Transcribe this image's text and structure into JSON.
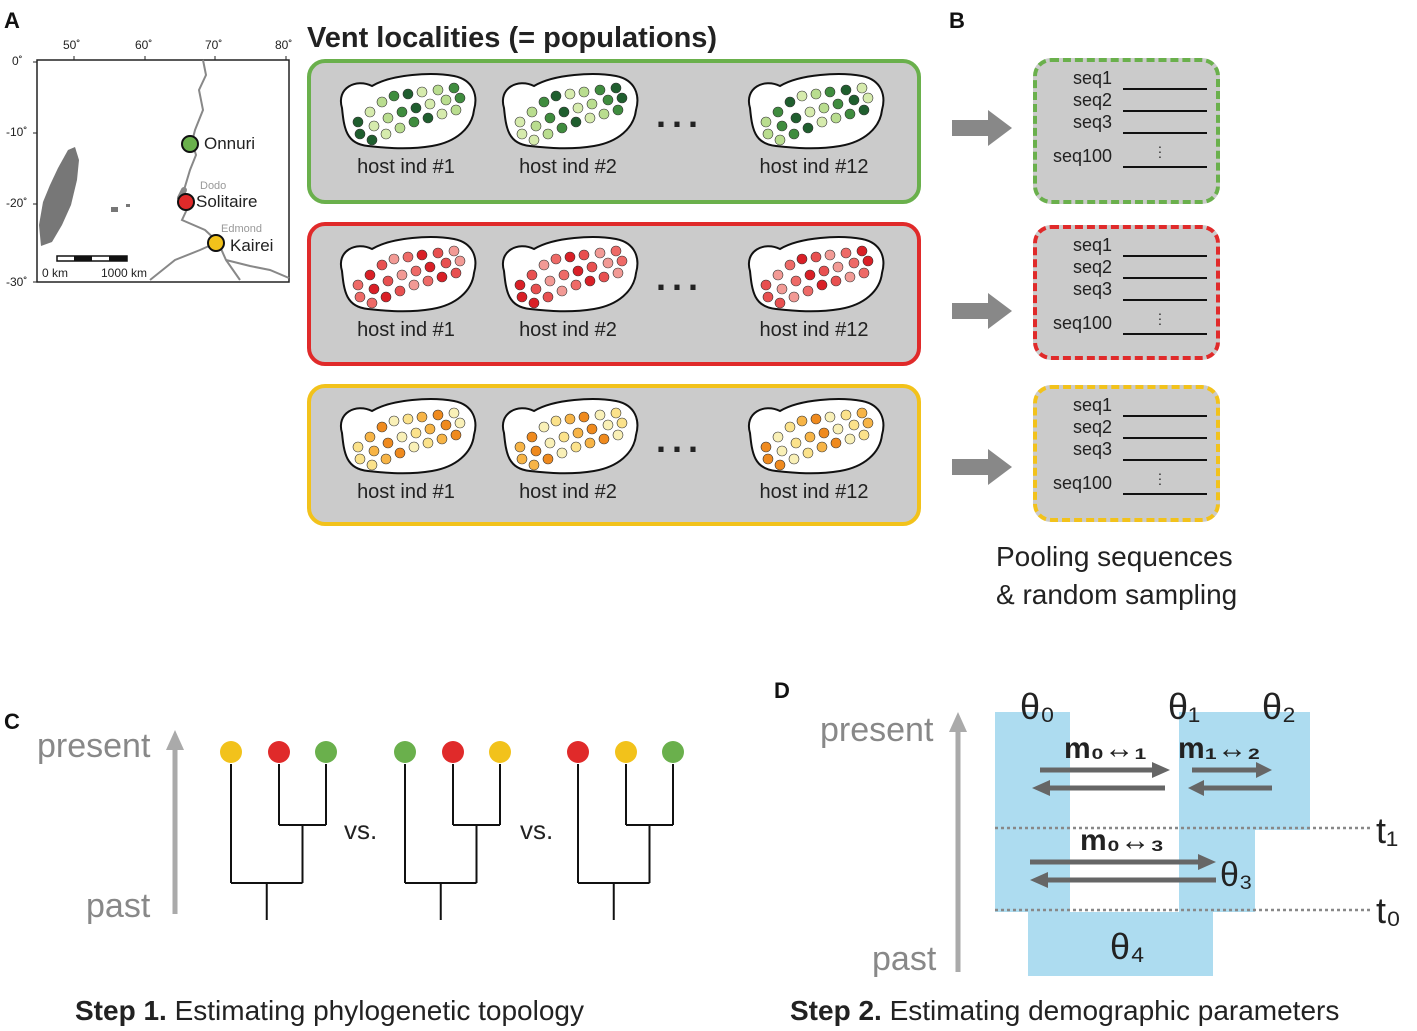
{
  "panels": {
    "a": "A",
    "b": "B",
    "c": "C",
    "d": "D"
  },
  "map": {
    "lon_ticks": [
      "50˚",
      "60˚",
      "70˚",
      "80˚"
    ],
    "lat_ticks": [
      "0˚",
      "-10˚",
      "-20˚",
      "-30˚"
    ],
    "scale": {
      "left": "0 km",
      "right": "1000 km"
    },
    "sites": [
      {
        "name": "Onnuri",
        "color": "#6ab04c"
      },
      {
        "name": "Solitaire",
        "color": "#e02a2a"
      },
      {
        "name": "Kairei",
        "color": "#f2c21b"
      }
    ],
    "gray_labels": [
      "Dodo",
      "Edmond"
    ]
  },
  "vent": {
    "title": "Vent localities (= populations)",
    "ellipsis": "...",
    "rows": [
      {
        "color": "#6ab04c",
        "dot_colors": [
          "#1f5e2e",
          "#3f8c3e",
          "#b9dd8f",
          "#d6ebad"
        ],
        "hosts": [
          "host ind #1",
          "host ind #2",
          "host ind #12"
        ]
      },
      {
        "color": "#e02a2a",
        "dot_colors": [
          "#d91f26",
          "#ee6a67",
          "#f29a95",
          "#e85050"
        ],
        "hosts": [
          "host ind #1",
          "host ind #2",
          "host ind #12"
        ]
      },
      {
        "color": "#f2c21b",
        "dot_colors": [
          "#ef8a1e",
          "#f7b446",
          "#fbe28b",
          "#f9f0b7"
        ],
        "hosts": [
          "host ind #1",
          "host ind #2",
          "host ind #12"
        ]
      }
    ]
  },
  "seqs": {
    "labels": [
      "seq1",
      "seq2",
      "seq3",
      "seq100"
    ],
    "pool_line1": "Pooling sequences",
    "pool_line2": "& random sampling"
  },
  "step1": {
    "present": "present",
    "past": "past",
    "vs": "vs.",
    "trees": [
      [
        "#f2c21b",
        "#e02a2a",
        "#6ab04c"
      ],
      [
        "#6ab04c",
        "#e02a2a",
        "#f2c21b"
      ],
      [
        "#e02a2a",
        "#f2c21b",
        "#6ab04c"
      ]
    ],
    "caption_bold": "Step 1.",
    "caption": "Estimating phylogenetic topology"
  },
  "step2": {
    "present": "present",
    "past": "past",
    "theta0": "θ₀",
    "theta1": "θ₁",
    "theta2": "θ₂",
    "theta3": "θ₃",
    "theta4": "θ₄",
    "m01": "m₀↔₁",
    "m12": "m₁↔₂",
    "m03": "m₀↔₃",
    "t1": "t₁",
    "t0": "t₀",
    "box_color": "#addcf0",
    "caption_bold": "Step 2.",
    "caption": "Estimating demographic parameters"
  }
}
